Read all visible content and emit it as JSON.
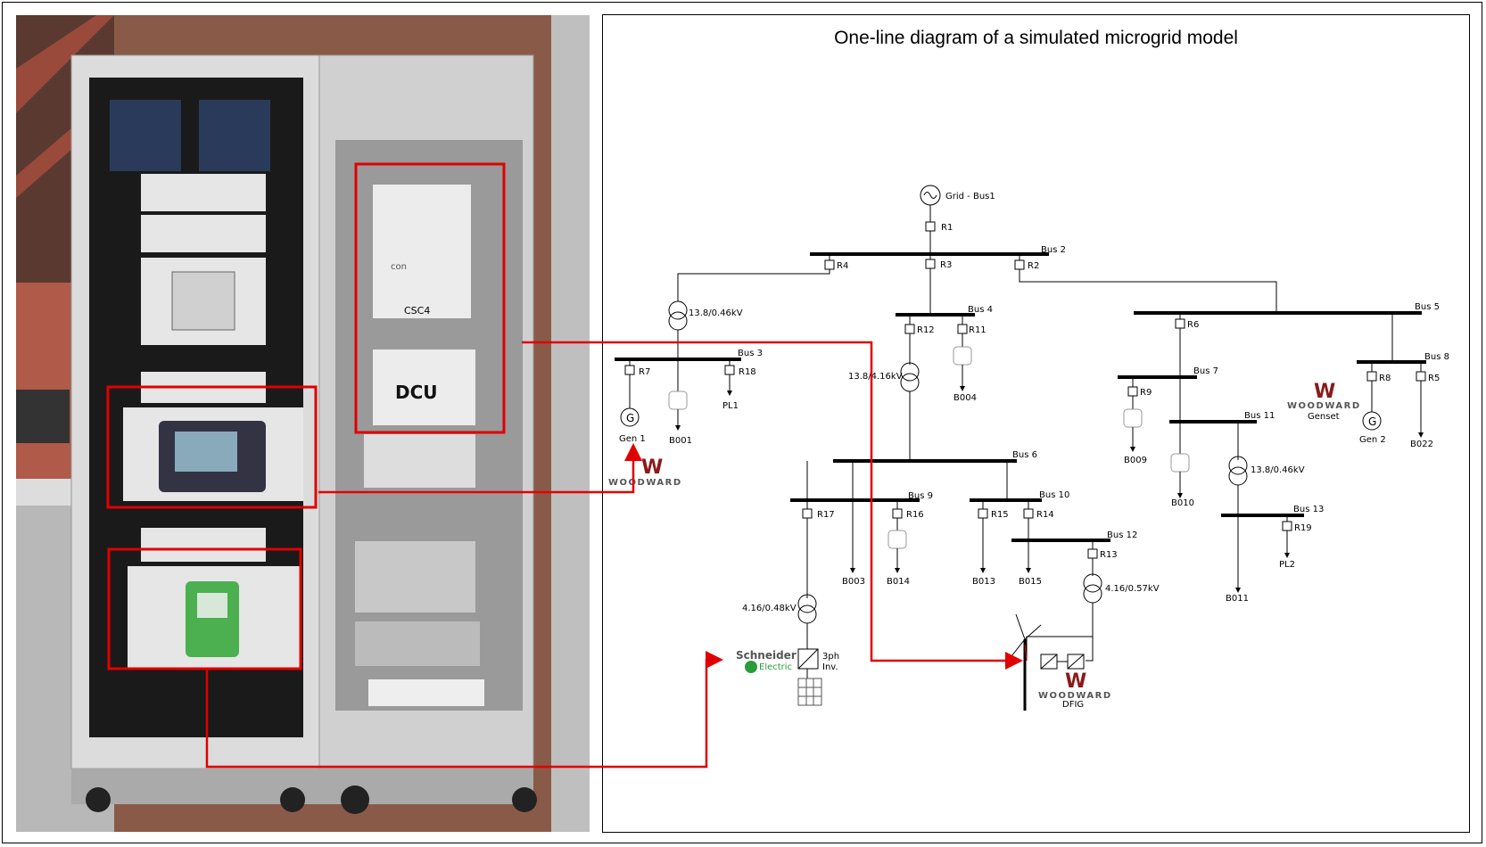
{
  "diagram": {
    "title": "One-line diagram of a simulated microgrid model",
    "grid_source": "Grid - Bus1",
    "buses": {
      "bus2": "Bus 2",
      "bus3": "Bus 3",
      "bus4": "Bus 4",
      "bus5": "Bus 5",
      "bus6": "Bus 6",
      "bus7": "Bus 7",
      "bus8": "Bus 8",
      "bus9": "Bus 9",
      "bus10": "Bus 10",
      "bus11": "Bus 11",
      "bus12": "Bus 12",
      "bus13": "Bus 13"
    },
    "relays": {
      "r1": "R1",
      "r2": "R2",
      "r3": "R3",
      "r4": "R4",
      "r5": "R5",
      "r6": "R6",
      "r7": "R7",
      "r8": "R8",
      "r9": "R9",
      "r11": "R11",
      "r12": "R12",
      "r13": "R13",
      "r14": "R14",
      "r15": "R15",
      "r16": "R16",
      "r17": "R17",
      "r18": "R18",
      "r19": "R19"
    },
    "loads": {
      "b001": "B001",
      "b003": "B003",
      "b004": "B004",
      "b009": "B009",
      "b010": "B010",
      "b011": "B011",
      "b013": "B013",
      "b014": "B014",
      "b015": "B015",
      "b022": "B022",
      "pl1": "PL1",
      "pl2": "PL2"
    },
    "transformers": {
      "t1": "13.8/0.46kV",
      "t2": "13.8/4.16kV",
      "t3": "13.8/0.46kV",
      "t4": "4.16/0.48kV",
      "t5": "4.16/0.57kV"
    },
    "generators": {
      "gen1": "Gen 1",
      "gen2": "Gen 2",
      "gen_symbol": "G",
      "genset": "Genset",
      "inverter_line1": "3ph",
      "inverter_line2": "Inv.",
      "dfig": "DFIG"
    },
    "logos": {
      "woodward": "WOODWARD",
      "schneider_line1": "Schneider",
      "schneider_line2": "Electric"
    }
  },
  "photo": {
    "module_labels": {
      "csc": "CSC4",
      "dcu": "DCU",
      "conn": "con"
    }
  },
  "colors": {
    "highlight": "#e00000",
    "woodward": "#8a1a1a",
    "schneider": "#2a9d3a",
    "line": "#000000",
    "wire": "#666666"
  }
}
